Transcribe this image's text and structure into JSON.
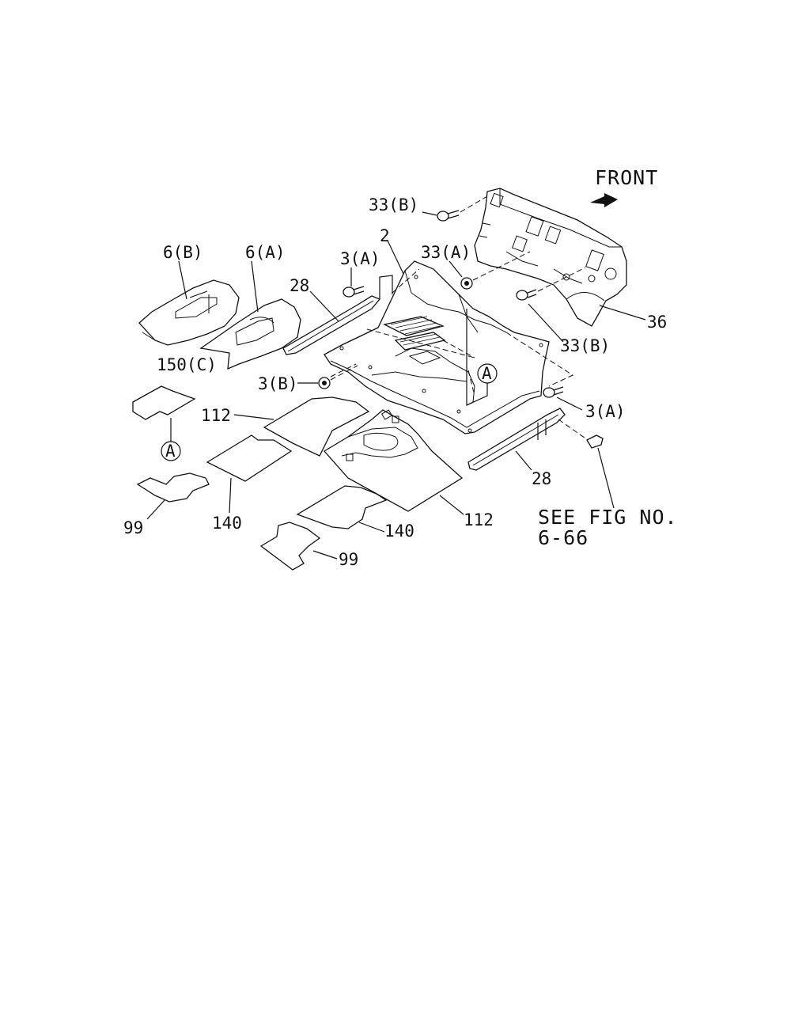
{
  "diagram": {
    "direction_label": "FRONT",
    "note_line1": "SEE FIG NO.",
    "note_line2": "6-66",
    "callouts": {
      "p33b_top": "33(B)",
      "p2": "2",
      "p6b": "6(B)",
      "p6a": "6(A)",
      "p3a_top": "3(A)",
      "p33a": "33(A)",
      "p28_left": "28",
      "p36": "36",
      "p33b_right": "33(B)",
      "p150c": "150(C)",
      "p3b": "3(B)",
      "p3a_right": "3(A)",
      "p112_left": "112",
      "p28_right": "28",
      "p112_right": "112",
      "p99_left": "99",
      "p140_left": "140",
      "p140_right": "140",
      "p99_right": "99"
    },
    "reference_marker": "A"
  }
}
